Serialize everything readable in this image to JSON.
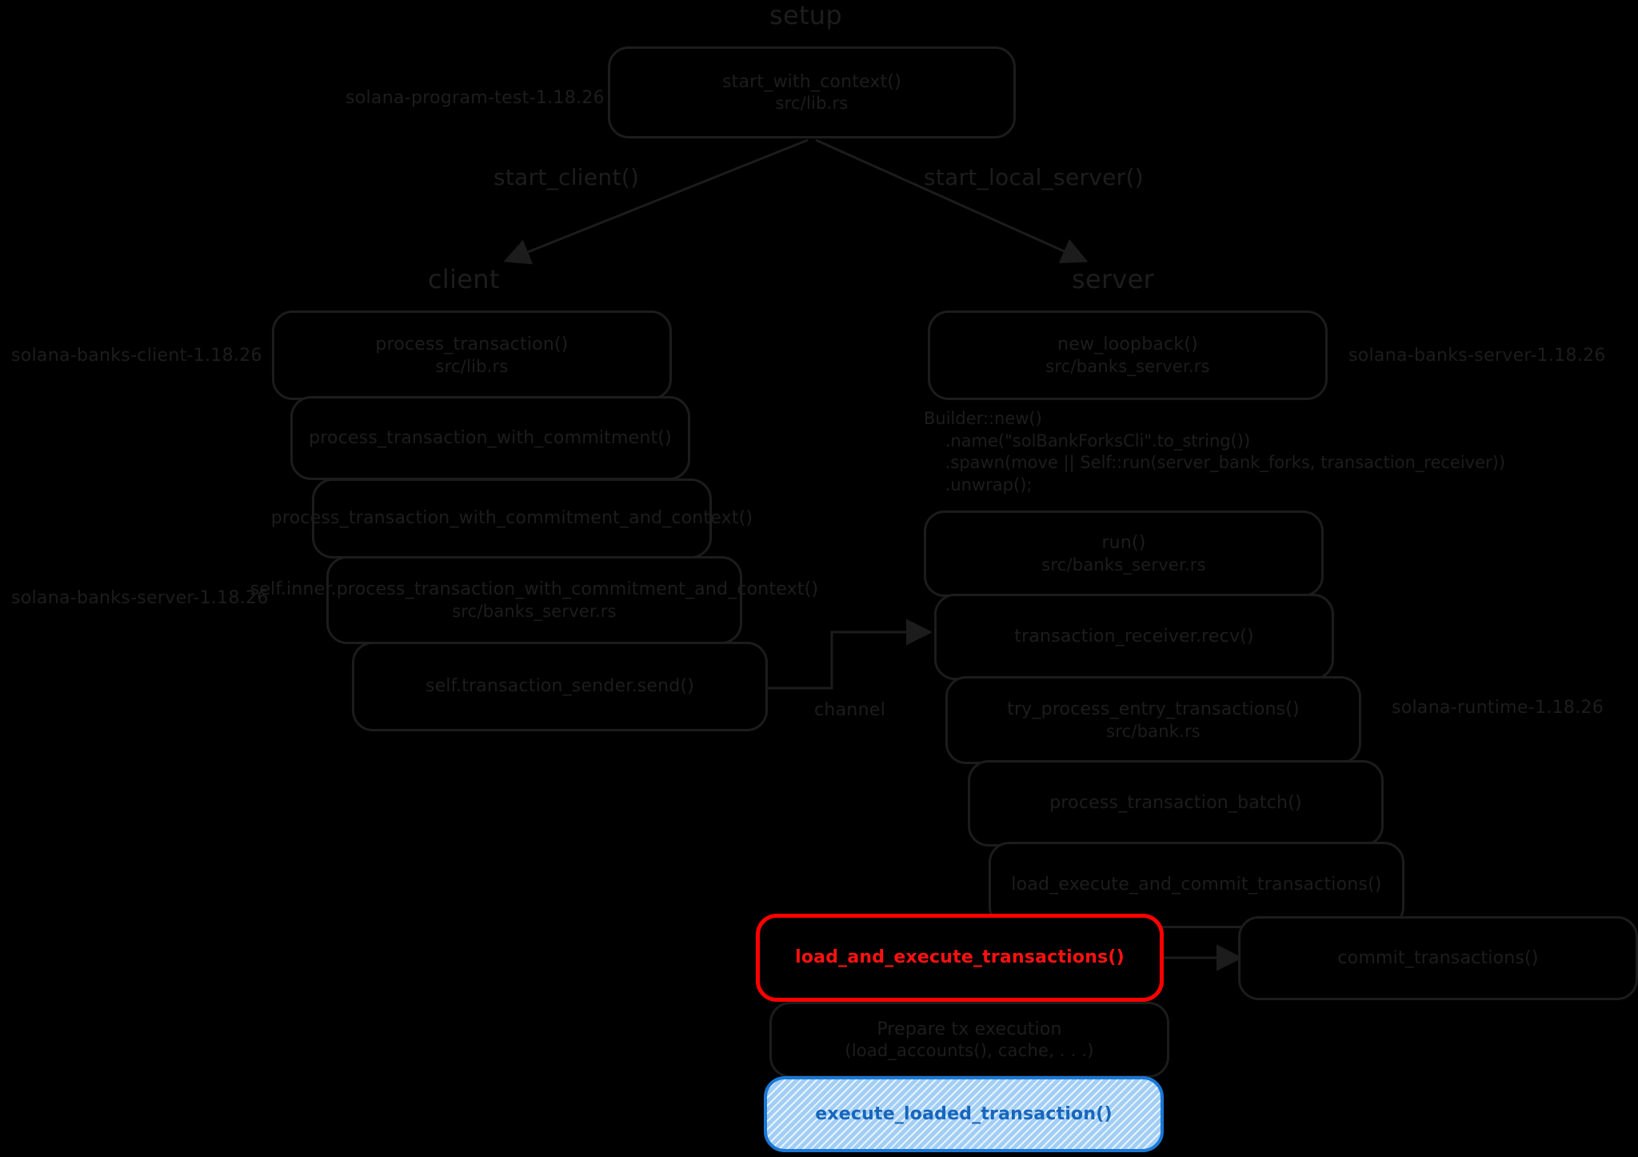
{
  "diagram": {
    "title_nodes": {
      "setup": "setup",
      "client": "client",
      "server": "server"
    },
    "edge_labels": {
      "start_client": "start_client()",
      "start_local_server": "start_local_server()",
      "channel": "channel"
    },
    "crate_labels": {
      "program_test": "solana-program-test-1.18.26",
      "banks_client": "solana-banks-client-1.18.26",
      "banks_server_left": "solana-banks-server-1.18.26",
      "banks_server_right": "solana-banks-server-1.18.26",
      "runtime": "solana-runtime-1.18.26"
    },
    "nodes": [
      {
        "id": "start_with_context",
        "l1": "start_with_context()",
        "l2": "src/lib.rs"
      },
      {
        "id": "process_transaction",
        "l1": "process_transaction()",
        "l2": "src/lib.rs"
      },
      {
        "id": "process_transaction_with_commitment",
        "l1": "process_transaction_with_commitment()",
        "l2": ""
      },
      {
        "id": "process_transaction_with_commitment_and_context",
        "l1": "process_transaction_with_commitment_and_context()",
        "l2": ""
      },
      {
        "id": "self_inner_process",
        "l1": "self.inner.process_transaction_with_commitment_and_context()",
        "l2": "src/banks_server.rs"
      },
      {
        "id": "transaction_sender_send",
        "l1": "self.transaction_sender.send()",
        "l2": ""
      },
      {
        "id": "new_loopback",
        "l1": "new_loopback()",
        "l2": "src/banks_server.rs"
      },
      {
        "id": "run",
        "l1": "run()",
        "l2": "src/banks_server.rs"
      },
      {
        "id": "transaction_receiver_recv",
        "l1": "transaction_receiver.recv()",
        "l2": ""
      },
      {
        "id": "try_process_entry_transactions",
        "l1": "try_process_entry_transactions()",
        "l2": "src/bank.rs"
      },
      {
        "id": "process_transaction_batch",
        "l1": "process_transaction_batch()",
        "l2": ""
      },
      {
        "id": "load_execute_and_commit_transactions",
        "l1": "load_execute_and_commit_transactions()",
        "l2": ""
      },
      {
        "id": "load_and_execute_transactions",
        "l1": "load_and_execute_transactions()",
        "l2": ""
      },
      {
        "id": "commit_transactions",
        "l1": "commit_transactions()",
        "l2": ""
      },
      {
        "id": "prepare_tx_execution",
        "l1": "Prepare tx execution",
        "l2": "(load_accounts(), cache, . . .)"
      },
      {
        "id": "execute_loaded_transaction",
        "l1": "execute_loaded_transaction()",
        "l2": ""
      }
    ],
    "builder_code": "Builder::new()\n    .name(\"solBankForksCli\".to_string())\n    .spawn(move || Self::run(server_bank_forks, transaction_receiver))\n    .unwrap();",
    "colors": {
      "background": "#000000",
      "stroke": "#1c1c1c",
      "highlight_red": "#ff0000",
      "highlight_blue": "#1a78d6"
    }
  }
}
